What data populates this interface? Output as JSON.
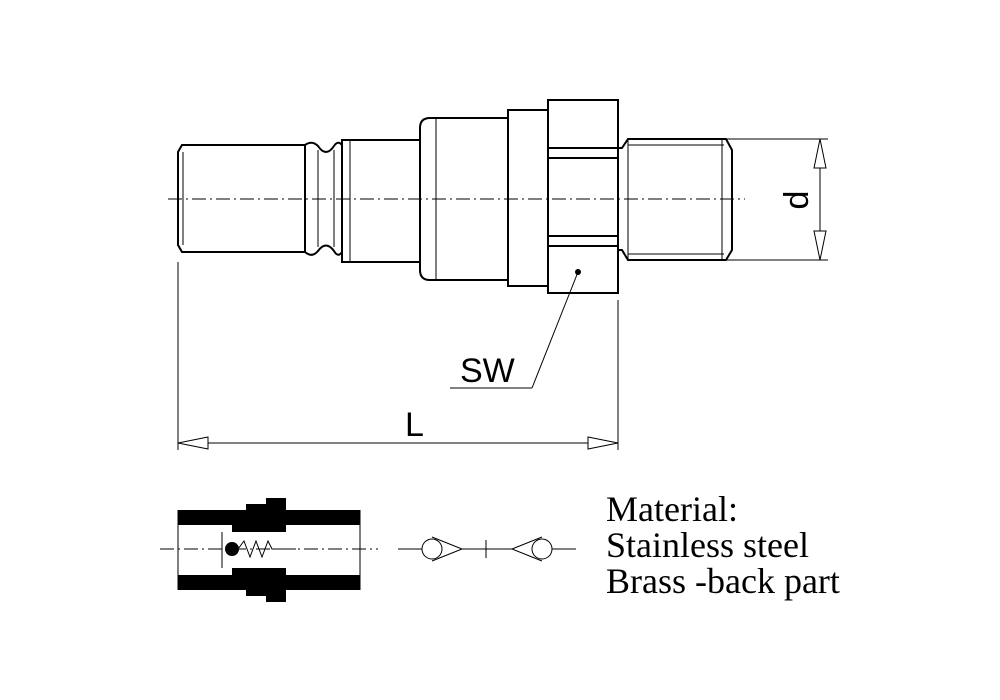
{
  "labels": {
    "diameter": "d",
    "wrench_size": "SW",
    "length": "L"
  },
  "material": {
    "heading": "Material:",
    "line1": "Stainless steel",
    "line2": "Brass -back part"
  },
  "colors": {
    "line": "#000000",
    "background": "#ffffff"
  }
}
